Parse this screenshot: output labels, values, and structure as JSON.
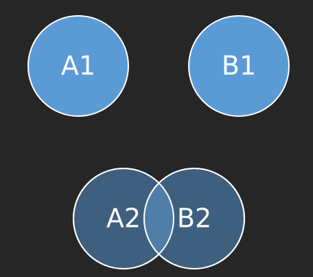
{
  "diagram": {
    "top_row": {
      "circle_a": {
        "label": "A1",
        "fill": "#5b9bd5",
        "stroke": "#ffffff"
      },
      "circle_b": {
        "label": "B1",
        "fill": "#5b9bd5",
        "stroke": "#ffffff"
      }
    },
    "bottom_row": {
      "circle_a": {
        "label": "A2",
        "fill": "#3f5f7e",
        "stroke": "#ffffff"
      },
      "circle_b": {
        "label": "B2",
        "fill": "#3f5f7e",
        "stroke": "#ffffff"
      },
      "overlap": {
        "fill": "#4f7ea8"
      }
    },
    "background": "#262626"
  }
}
